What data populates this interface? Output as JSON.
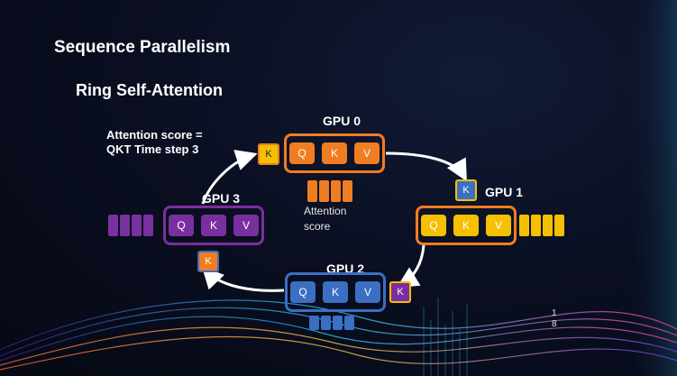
{
  "slide": {
    "title": "Sequence Parallelism",
    "subtitle": "Ring Self-Attention",
    "note": "Attention score =\nQKT Time step 3",
    "attention_label": "Attention\nscore",
    "page_number": "18"
  },
  "gpus": [
    {
      "label": "GPU 0",
      "cells": [
        "Q",
        "K",
        "V"
      ],
      "color": "#ef7d22",
      "token": "K",
      "token_color": "#f5c000"
    },
    {
      "label": "GPU 1",
      "cells": [
        "Q",
        "K",
        "V"
      ],
      "color": "#f5c000",
      "token": "K",
      "token_color": "#3a6fc4"
    },
    {
      "label": "GPU 2",
      "cells": [
        "Q",
        "K",
        "V"
      ],
      "color": "#3a6fc4",
      "token": "K",
      "token_color": "#7a2fa0"
    },
    {
      "label": "GPU 3",
      "cells": [
        "Q",
        "K",
        "V"
      ],
      "color": "#7a2fa0",
      "token": "K",
      "token_color": "#ef7d22"
    }
  ],
  "colors": {
    "orange": "#ef7d22",
    "yellow": "#f5c000",
    "blue": "#3a6fc4",
    "purple": "#7a2fa0",
    "arrow": "#ffffff"
  }
}
